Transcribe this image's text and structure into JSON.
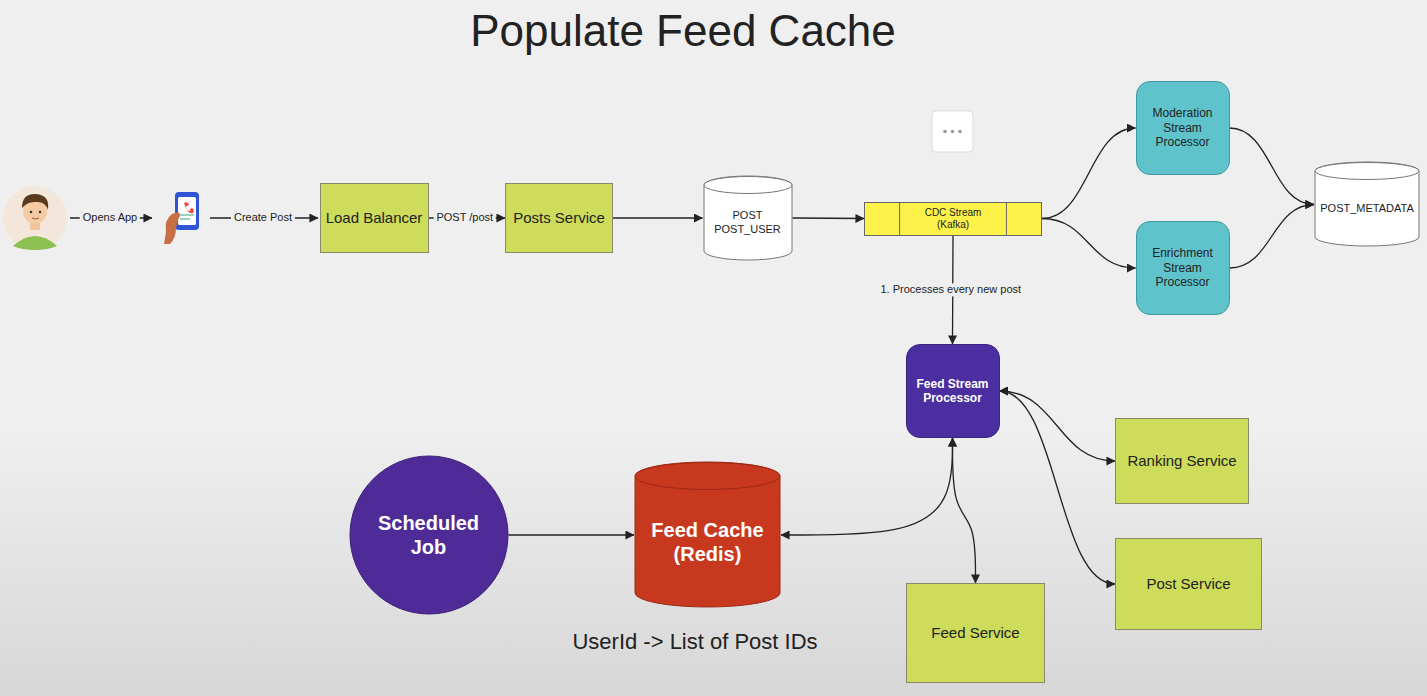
{
  "diagram": {
    "title": "Populate Feed Cache",
    "nodes": [
      {
        "text": [
          "Load Balancer"
        ]
      },
      {
        "text": [
          "Posts Service"
        ]
      },
      {
        "text": [
          "POST POST_USER"
        ]
      },
      {
        "text": [
          "CDC Stream (Kafka)"
        ]
      },
      {
        "text": [
          "Moderation Stream Processor"
        ]
      },
      {
        "text": [
          "Enrichment Stream Processor"
        ]
      },
      {
        "text": [
          "POST_METADATA"
        ]
      },
      {
        "text": [
          "Feed Stream Processor"
        ]
      },
      {
        "text": [
          "Scheduled Job"
        ]
      },
      {
        "text": [
          "Feed Cache (Redis)"
        ]
      },
      {
        "text": [
          "Ranking Service"
        ]
      },
      {
        "text": [
          "Post Service"
        ]
      },
      {
        "text": [
          "Feed Service"
        ]
      }
    ],
    "edges": [
      {
        "from": 0,
        "to": 1,
        "label": "POST /post",
        "arrow": "to"
      },
      {
        "from": 1,
        "to": 2,
        "arrow": "to"
      },
      {
        "from": 2,
        "to": 3,
        "arrow": "to"
      },
      {
        "from": 3,
        "to": 4,
        "arrow": "to"
      },
      {
        "from": 3,
        "to": 5,
        "arrow": "to"
      },
      {
        "from": 4,
        "to": 6,
        "arrow": "to"
      },
      {
        "from": 5,
        "to": 6,
        "arrow": "to"
      },
      {
        "from": 3,
        "to": 7,
        "label": "1. Processes every new post",
        "arrow": "to"
      },
      {
        "from": 7,
        "to": 10,
        "arrow": "both"
      },
      {
        "from": 7,
        "to": 11,
        "arrow": "both"
      },
      {
        "from": 7,
        "to": 9,
        "arrow": "both"
      },
      {
        "from": 7,
        "to": 12,
        "arrow": "both"
      },
      {
        "from": 8,
        "to": 9,
        "arrow": "to"
      }
    ],
    "labels": [
      "Opens App",
      "Create Post",
      "UserId -> List of Post IDs"
    ]
  }
}
